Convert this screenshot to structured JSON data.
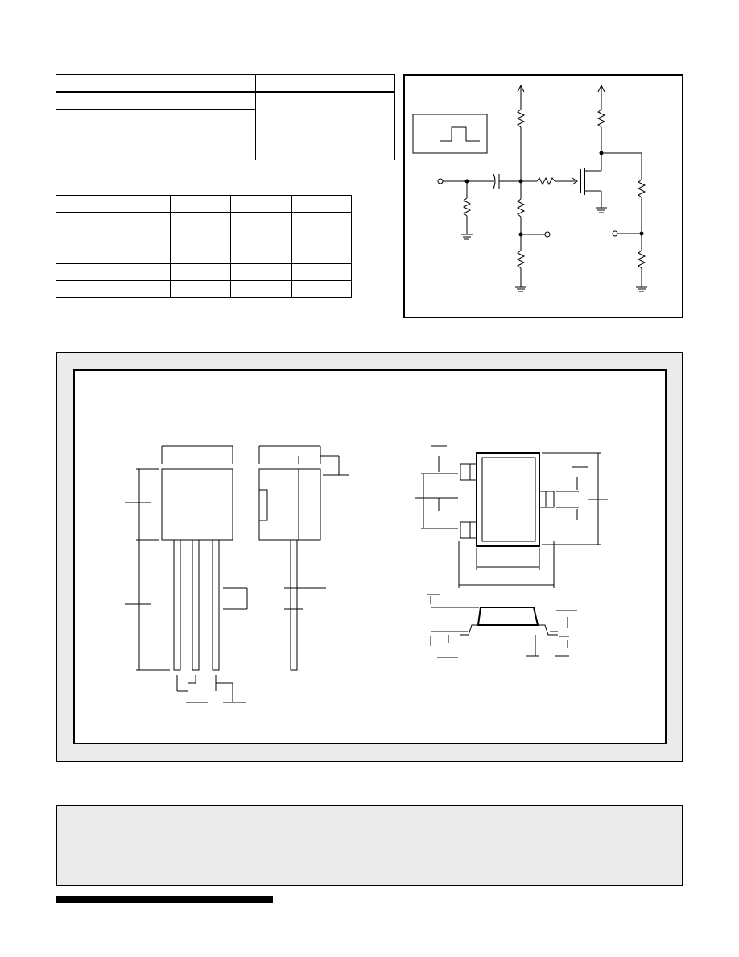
{
  "page": {
    "background": "#ffffff",
    "panel_fill": "#ebebeb",
    "ink": "#000000"
  },
  "table1": {
    "columns": 5,
    "rows": 4
  },
  "table2": {
    "columns": 5,
    "rows": 5
  },
  "circuit": {
    "components": [
      "pulse-input-icon",
      "capacitor-icon",
      "resistor-icon",
      "fet-icon",
      "ground-icon",
      "supply-arrow-icon"
    ]
  },
  "package_drawing": {
    "views": [
      "to92-front-view",
      "to92-side-view",
      "sot-top-view",
      "sot-side-view"
    ]
  },
  "footer_panel": {},
  "footer_bar": {}
}
